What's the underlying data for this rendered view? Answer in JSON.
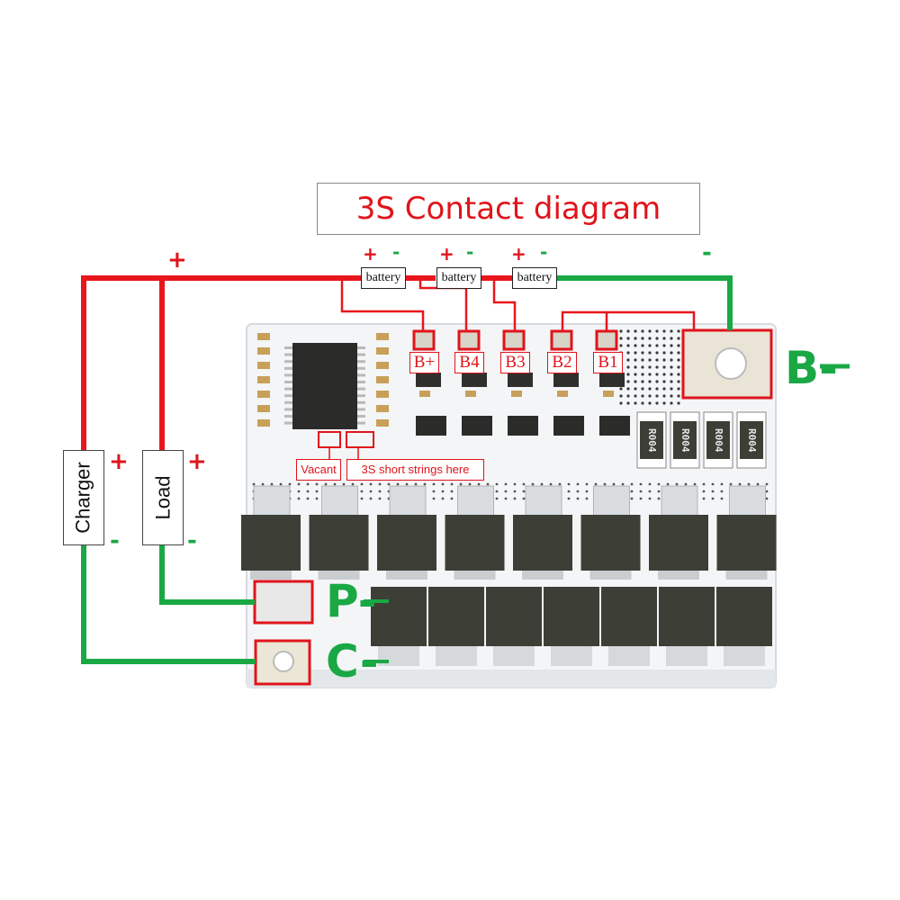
{
  "title": "3S Contact diagram",
  "colors": {
    "red_wire": "#e8161d",
    "green_wire": "#1aa844",
    "label_red": "#e0141b",
    "board": "#f4f6f8",
    "mosfet": "#3d3e36"
  },
  "batteries": [
    {
      "label": "battery",
      "plus": "+",
      "minus": "-"
    },
    {
      "label": "battery",
      "plus": "+",
      "minus": "-"
    },
    {
      "label": "battery",
      "plus": "+",
      "minus": "-"
    }
  ],
  "wire_labels": {
    "main_plus": "+",
    "bminus_sign": "-"
  },
  "charger": {
    "label": "Charger",
    "plus": "+",
    "minus": "-"
  },
  "load": {
    "label": "Load",
    "plus": "+",
    "minus": "-"
  },
  "pads": [
    "B+",
    "B4",
    "B3",
    "B2",
    "B1"
  ],
  "terminals": {
    "b_minus": "B-",
    "p_minus": "P-",
    "c_minus": "C-"
  },
  "notes": {
    "vacant": "Vacant",
    "short_strings": "3S short strings here"
  },
  "resistor_codes": [
    "R004",
    "R004",
    "R004",
    "R004"
  ]
}
